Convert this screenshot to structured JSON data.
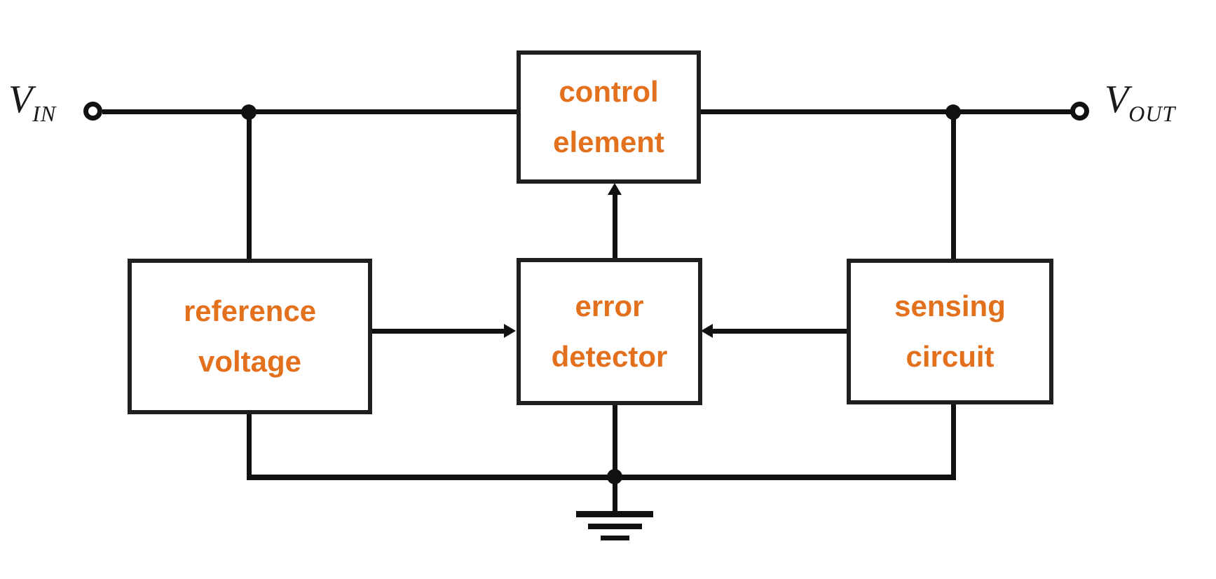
{
  "colors": {
    "accent_text": "#E2701D",
    "line": "#111111",
    "background": "#FFFFFF"
  },
  "terminals": {
    "input": {
      "name": "V",
      "subscript": "IN"
    },
    "output": {
      "name": "V",
      "subscript": "OUT"
    }
  },
  "blocks": {
    "control": {
      "line1": "control",
      "line2": "element"
    },
    "reference": {
      "line1": "reference",
      "line2": "voltage"
    },
    "error": {
      "line1": "error",
      "line2": "detector"
    },
    "sensing": {
      "line1": "sensing",
      "line2": "circuit"
    }
  },
  "edges": [
    {
      "from": "input-terminal",
      "to": "control-element",
      "arrow": false
    },
    {
      "from": "control-element",
      "to": "output-terminal",
      "arrow": false
    },
    {
      "from": "input-line",
      "to": "reference-voltage",
      "arrow": false
    },
    {
      "from": "output-line",
      "to": "sensing-circuit",
      "arrow": false
    },
    {
      "from": "reference-voltage",
      "to": "error-detector",
      "arrow": true
    },
    {
      "from": "sensing-circuit",
      "to": "error-detector",
      "arrow": true
    },
    {
      "from": "error-detector",
      "to": "control-element",
      "arrow": true
    },
    {
      "from": "reference-voltage",
      "to": "ground",
      "arrow": false
    },
    {
      "from": "error-detector",
      "to": "ground",
      "arrow": false
    },
    {
      "from": "sensing-circuit",
      "to": "ground",
      "arrow": false
    }
  ]
}
